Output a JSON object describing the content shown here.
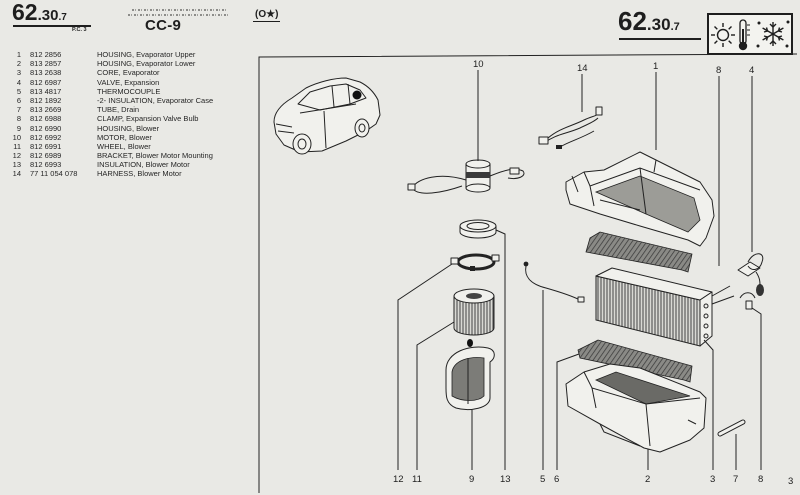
{
  "page": {
    "background": "#e9e9e5",
    "ink": "#1e1e1e",
    "shade": "#5c5c5c"
  },
  "header": {
    "left_code": {
      "major": "62",
      "minor": ".30",
      "suffix": ".7"
    },
    "left_note": "P.C. 3",
    "model": "CC-9",
    "symbol": "(O★)",
    "right_code": {
      "major": "62",
      "minor": ".30",
      "suffix": ".7"
    },
    "section_icons": [
      "sun-icon",
      "thermometer-icon",
      "snowflake-icon"
    ]
  },
  "parts": [
    {
      "ref": "1",
      "part_no": "812 2856",
      "description": "HOUSING, Evaporator Upper"
    },
    {
      "ref": "2",
      "part_no": "813 2857",
      "description": "HOUSING, Evaporator Lower"
    },
    {
      "ref": "3",
      "part_no": "813 2638",
      "description": "CORE, Evaporator"
    },
    {
      "ref": "4",
      "part_no": "812 6987",
      "description": "VALVE, Expansion"
    },
    {
      "ref": "5",
      "part_no": "813 4817",
      "description": "THERMOCOUPLE"
    },
    {
      "ref": "6",
      "part_no": "812 1892",
      "description": "-2- INSULATION, Evaporator Case"
    },
    {
      "ref": "7",
      "part_no": "813 2669",
      "description": "TUBE, Drain"
    },
    {
      "ref": "8",
      "part_no": "812 6988",
      "description": "CLAMP, Expansion Valve Bulb"
    },
    {
      "ref": "9",
      "part_no": "812 6990",
      "description": "HOUSING, Blower"
    },
    {
      "ref": "10",
      "part_no": "812 6992",
      "description": "MOTOR, Blower"
    },
    {
      "ref": "11",
      "part_no": "812 6991",
      "description": "WHEEL, Blower"
    },
    {
      "ref": "12",
      "part_no": "812 6989",
      "description": "BRACKET, Blower Motor Mounting"
    },
    {
      "ref": "13",
      "part_no": "812 6993",
      "description": "INSULATION, Blower Motor"
    },
    {
      "ref": "14",
      "part_no": "77 11 054 078",
      "description": "HARNESS, Blower Motor"
    }
  ],
  "callouts": {
    "top": [
      "10",
      "14",
      "1",
      "8",
      "4"
    ],
    "bottom": [
      "12",
      "11",
      "9",
      "13",
      "5",
      "6",
      "2",
      "3",
      "7",
      "8",
      "3"
    ]
  }
}
